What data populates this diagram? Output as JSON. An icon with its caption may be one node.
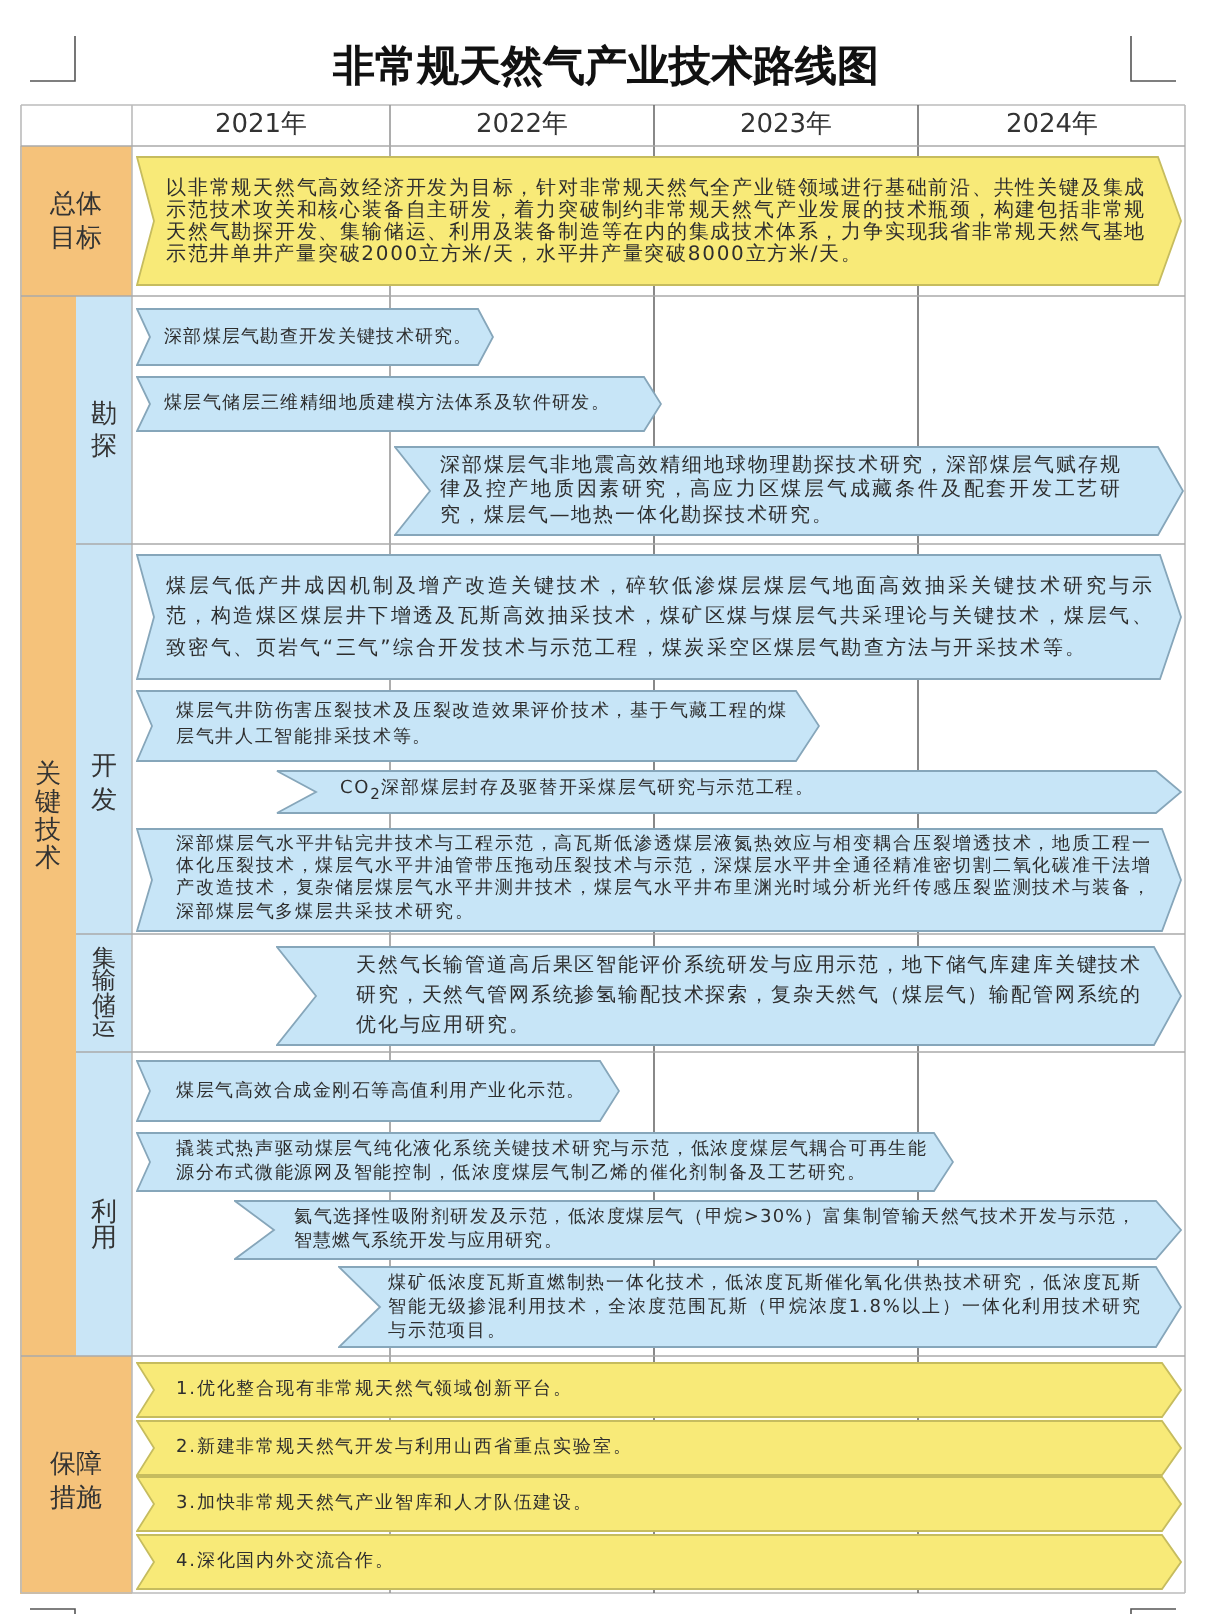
{
  "diagram": {
    "title": "非常规天然气产业技术路线图",
    "nodes": [
      {
        "text": [
          "总体目标"
        ]
      },
      {
        "text": [
          "以非常规天然气高效经济开发为目标，针对非常规天然气全产业链领域进行基础前沿、共性关键及集成示范技术攻关和核心装备自主研发，着力突破制约非常规天然气产业发展的技术瓶颈，构建包括非常规天然气勘探开发、集输储运、利用及装备制造等在内的集成技术体系，力争实现我省非常规天然气基地示范井单井产量突破2000立方米/天，水平井产量突破8000立方米/天。"
        ]
      },
      {
        "text": [
          "关键技术"
        ]
      },
      {
        "text": [
          "勘探"
        ]
      },
      {
        "text": [
          "深部煤层气勘查开发关键技术研究。"
        ]
      },
      {
        "text": [
          "煤层气储层三维精细地质建模方法体系及软件研发。"
        ]
      },
      {
        "text": [
          "深部煤层气非地震高效精细地球物理勘探技术研究，深部煤层气赋存规律及控产地质因素研究，高应力区煤层气成藏条件及配套开发工艺研究，煤层气—地热一体化勘探技术研究。"
        ]
      },
      {
        "text": [
          "开发"
        ]
      },
      {
        "text": [
          "煤层气低产井成因机制及增产改造关键技术，碎软低渗煤层煤层气地面高效抽采关键技术研究与示范，构造煤区煤层井下增透及瓦斯高效抽采技术，煤矿区煤与煤层气共采理论与关键技术，煤层气、致密气、页岩气“三气”综合开发技术与示范工程，煤炭采空区煤层气勘查方法与开采技术等。"
        ]
      },
      {
        "text": [
          "煤层气井防伤害压裂技术及压裂改造效果评价技术，基于气藏工程的煤层气井人工智能排采技术等。"
        ]
      },
      {
        "text": [
          "CO$_{2}$深部煤层封存及驱替开采煤层气研究与示范工程。"
        ]
      },
      {
        "text": [
          "深部煤层气水平井钻完井技术与工程示范，高瓦斯低渗透煤层液氮热效应与相变耦合压裂增透技术，地质工程一体化压裂技术，煤层气水平井油管带压拖动压裂技术与示范，深煤层水平井全通径精准密切割二氧化碳准干法增产改造技术，复杂储层煤层气水平井测井技术，煤层气水平井布里渊光时域分析光纤传感压裂监测技术与装备，深部煤层气多煤层共采技术研究。"
        ]
      },
      {
        "text": [
          "集输储运"
        ]
      },
      {
        "text": [
          "天然气长输管道高后果区智能评价系统研发与应用示范，地下储气库建库关键技术研究，天然气管网系统掺氢输配技术探索，复杂天然气（煤层气）输配管网系统的优化与应用研究。"
        ]
      },
      {
        "text": [
          "利用"
        ]
      },
      {
        "text": [
          "煤层气高效合成金刚石等高值利用产业化示范。"
        ]
      },
      {
        "text": [
          "撬装式热声驱动煤层气纯化液化系统关键技术研究与示范，低浓度煤层气耦合可再生能源分布式微能源网及智能控制，低浓度煤层气制乙烯的催化剂制备及工艺研究。"
        ]
      },
      {
        "text": [
          "氦气选择性吸附剂研发及示范，低浓度煤层气（甲烷>30%）富集制管输天然气技术开发与示范，智慧燃气系统开发与应用研究。"
        ]
      },
      {
        "text": [
          "煤矿低浓度瓦斯直燃制热一体化技术，低浓度瓦斯催化氧化供热技术研究，低浓度瓦斯智能无级掺混利用技术，全浓度范围瓦斯（甲烷浓度1.8%以上）一体化利用技术研究与示范项目。"
        ]
      },
      {
        "text": [
          "保障措施"
        ]
      },
      {
        "text": [
          "1.优化整合现有非常规天然气领域创新平台。"
        ]
      },
      {
        "text": [
          "2.新建非常规天然气开发与利用山西省重点实验室。"
        ]
      },
      {
        "text": [
          "3.加快非常规天然气产业智库和人才队伍建设。"
        ]
      },
      {
        "text": [
          "4.深化国内外交流合作。"
        ]
      }
    ],
    "labels": [
      "2021年",
      "2022年",
      "2023年",
      "2024年"
    ]
  }
}
